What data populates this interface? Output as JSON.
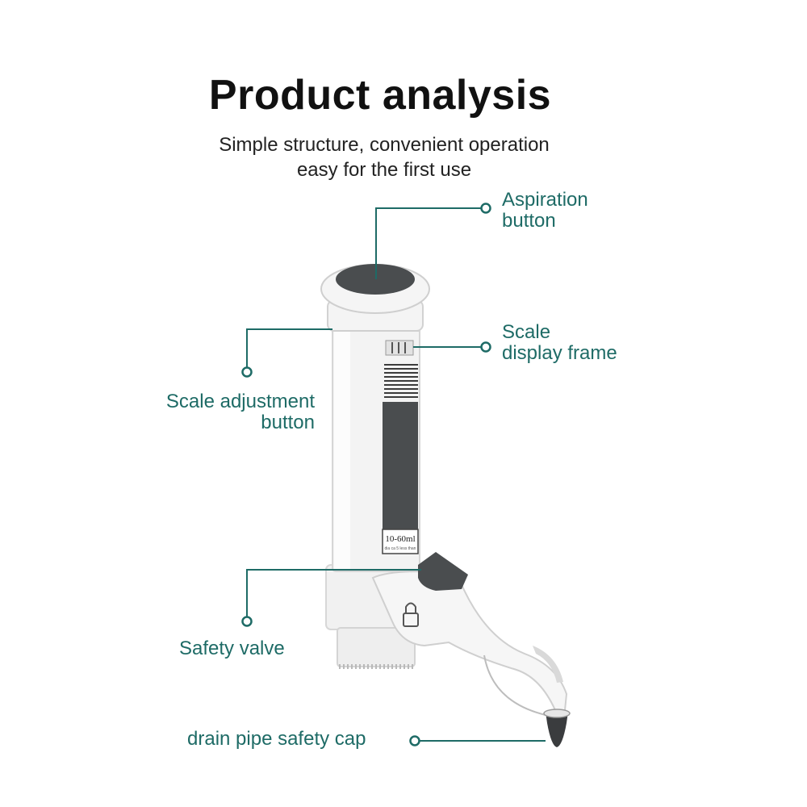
{
  "header": {
    "title": "Product analysis",
    "subtitle_line1": "Simple structure, convenient operation",
    "subtitle_line2": "easy for the first use"
  },
  "device": {
    "body_label_line1": "10-60ml",
    "body_label_line2": "dia ca 5 less than"
  },
  "callouts": {
    "aspiration_line1": "Aspiration",
    "aspiration_line2": "button",
    "scale_display_line1": "Scale",
    "scale_display_line2": "display frame",
    "scale_adjust_line1": "Scale adjustment",
    "scale_adjust_line2": "button",
    "safety_valve": "Safety valve",
    "drain_cap": "drain pipe safety cap"
  },
  "colors": {
    "accent": "#1e6b66",
    "body": "#f2f2f2",
    "dark": "#4a4d4f"
  }
}
